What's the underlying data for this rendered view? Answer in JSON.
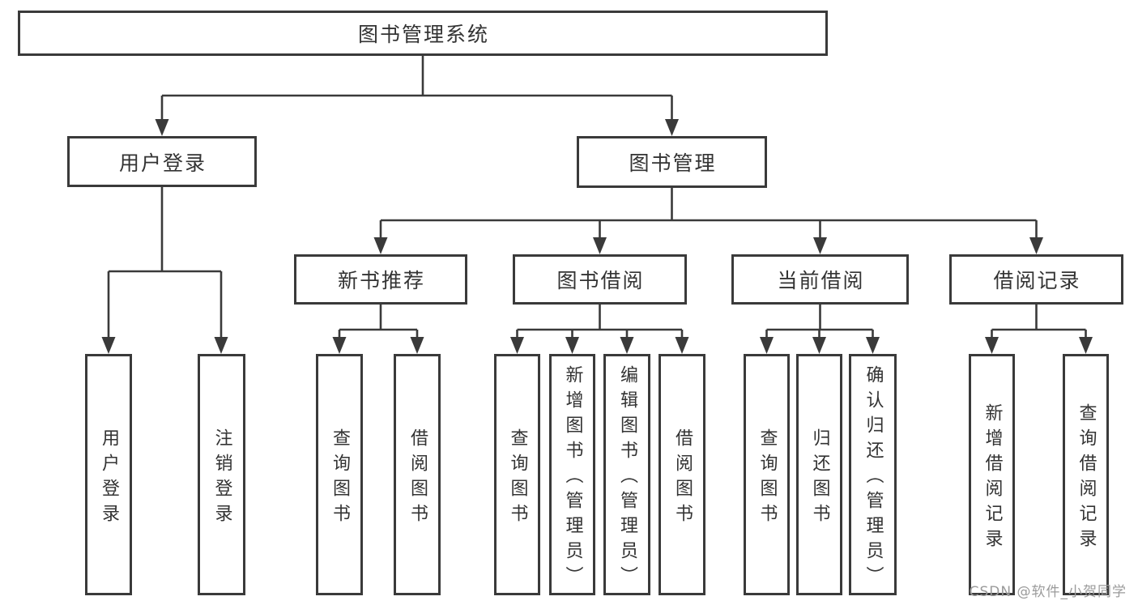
{
  "diagram": {
    "title": "图书管理系统",
    "watermark": "CSDN @软件_小贺同学",
    "colors": {
      "line": "#3a3a3a",
      "text": "#333333",
      "watermark": "#9b9b9b",
      "background": "#ffffff"
    },
    "hierarchy": {
      "图书管理系统": {
        "用户登录": [
          "用户登录",
          "注销登录"
        ],
        "图书管理": {
          "新书推荐": [
            "查询图书",
            "借阅图书"
          ],
          "图书借阅": [
            "查询图书",
            "新增图书（管理员）",
            "编辑图书（管理员）",
            "借阅图书"
          ],
          "当前借阅": [
            "查询图书",
            "归还图书",
            "确认归还（管理员）"
          ],
          "借阅记录": [
            "新增借阅记录",
            "查询借阅记录"
          ]
        }
      }
    }
  },
  "nodes": {
    "root": {
      "label": "图书管理系统"
    },
    "user_login": {
      "label": "用户登录"
    },
    "book_mgmt": {
      "label": "图书管理"
    },
    "new_book_rec": {
      "label": "新书推荐"
    },
    "book_borrow": {
      "label": "图书借阅"
    },
    "current_borrow": {
      "label": "当前借阅"
    },
    "borrow_records": {
      "label": "借阅记录"
    },
    "leaf_login": {
      "label": "用户登录"
    },
    "leaf_logout": {
      "label": "注销登录"
    },
    "leaf_rec_query": {
      "label": "查询图书"
    },
    "leaf_rec_borrow": {
      "label": "借阅图书"
    },
    "leaf_bb_query": {
      "label": "查询图书"
    },
    "leaf_bb_add": {
      "label": "新增图书（管理员）"
    },
    "leaf_bb_edit": {
      "label": "编辑图书（管理员）"
    },
    "leaf_bb_borrow": {
      "label": "借阅图书"
    },
    "leaf_cb_query": {
      "label": "查询图书"
    },
    "leaf_cb_return": {
      "label": "归还图书"
    },
    "leaf_cb_confirm": {
      "label": "确认归还（管理员）"
    },
    "leaf_br_add": {
      "label": "新增借阅记录"
    },
    "leaf_br_query": {
      "label": "查询借阅记录"
    }
  }
}
